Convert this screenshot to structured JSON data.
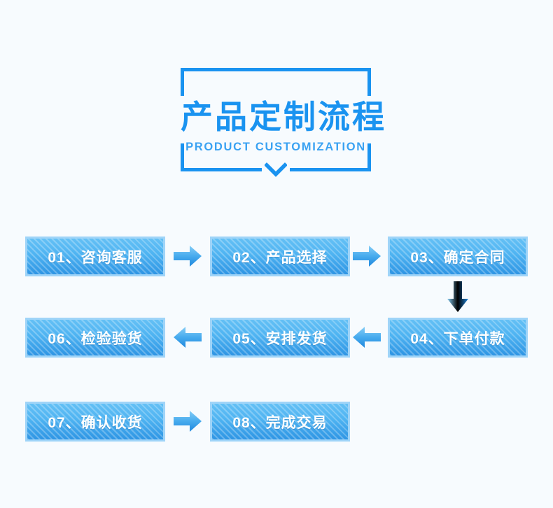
{
  "page": {
    "background_color": "#f7fbfe",
    "accent_color": "#1a93f0",
    "box_fill_color": "#3aa8ee",
    "box_border_color": "#9fd4f8"
  },
  "header": {
    "title_cn": "产品定制流程",
    "title_en": "PRODUCT CUSTOMIZATION",
    "chevron_icon": "chevron-down-icon",
    "bracket_icon": "corner-bracket-frame"
  },
  "flow": {
    "steps": [
      {
        "id": "01",
        "number": "01",
        "label": "01、咨询客服",
        "name_cn": "咨询客服",
        "row": 1,
        "col": 1
      },
      {
        "id": "02",
        "number": "02",
        "label": "02、产品选择",
        "name_cn": "产品选择",
        "row": 1,
        "col": 2
      },
      {
        "id": "03",
        "number": "03",
        "label": "03、确定合同",
        "name_cn": "确定合同",
        "row": 1,
        "col": 3
      },
      {
        "id": "04",
        "number": "04",
        "label": "04、下单付款",
        "name_cn": "下单付款",
        "row": 2,
        "col": 3
      },
      {
        "id": "05",
        "number": "05",
        "label": "05、安排发货",
        "name_cn": "安排发货",
        "row": 2,
        "col": 2
      },
      {
        "id": "06",
        "number": "06",
        "label": "06、检验验货",
        "name_cn": "检验验货",
        "row": 2,
        "col": 1
      },
      {
        "id": "07",
        "number": "07",
        "label": "07、确认收货",
        "name_cn": "确认收货",
        "row": 3,
        "col": 1
      },
      {
        "id": "08",
        "number": "08",
        "label": "08、完成交易",
        "name_cn": "完成交易",
        "row": 3,
        "col": 2
      }
    ],
    "arrows": [
      {
        "id": "a1",
        "direction": "right",
        "icon": "arrow-right-icon",
        "from": "01",
        "to": "02"
      },
      {
        "id": "a2",
        "direction": "right",
        "icon": "arrow-right-icon",
        "from": "02",
        "to": "03"
      },
      {
        "id": "a3",
        "direction": "down",
        "icon": "arrow-down-icon",
        "from": "03",
        "to": "04"
      },
      {
        "id": "a4",
        "direction": "left",
        "icon": "arrow-left-icon",
        "from": "04",
        "to": "05"
      },
      {
        "id": "a5",
        "direction": "left",
        "icon": "arrow-left-icon",
        "from": "05",
        "to": "06"
      },
      {
        "id": "a6",
        "direction": "right",
        "icon": "arrow-right-icon",
        "from": "07",
        "to": "08"
      }
    ]
  }
}
